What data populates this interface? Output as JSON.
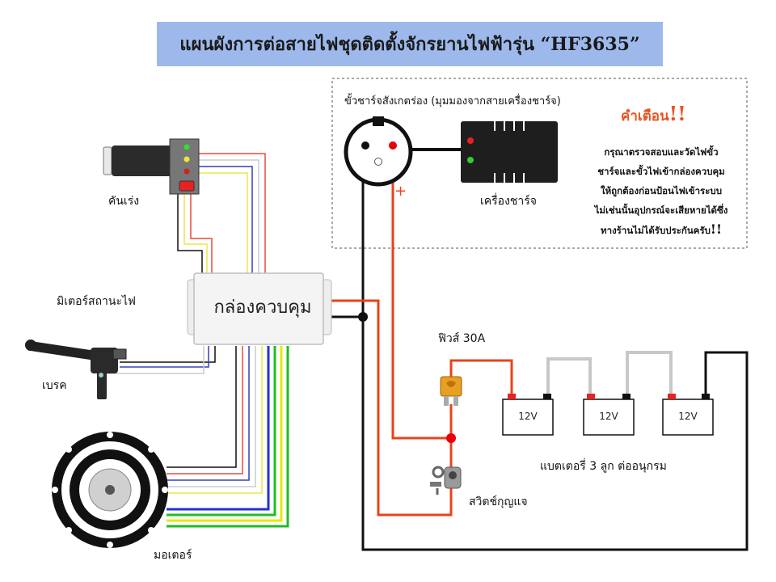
{
  "title": "แผนผังการต่อสายไฟชุดติดตั้งจักรยานไฟฟ้ารุ่น “HF3635”",
  "labels": {
    "throttle": "คันเร่ง",
    "light_meter": "มิเตอร์สถานะไฟ",
    "brake": "เบรค",
    "motor": "มอเตอร์",
    "controller": "กล่องควบคุม",
    "charge_port": "ขั้วชาร์จสังเกตร่อง (มุมมองจากสายเครื่องชาร์จ)",
    "charger": "เครื่องชาร์จ",
    "plus_sign": "+",
    "fuse": "ฟิวส์ 30A",
    "battery_group": "แบตเตอรี่ 3 ลูก ต่ออนุกรม",
    "key_switch": "สวิตช์กุญแจ"
  },
  "warning": {
    "title": "คำเตือน",
    "bang": "!!",
    "lines": [
      "กรุณาตรวจสอบและวัดไฟขั้ว",
      "ชาร์จและขั้วไฟเข้ากล่องควบคุม",
      "ให้ถูกต้องก่อนป้อนไฟเข้าระบบ",
      "ไม่เช่นนั้นอุปกรณ์จะเสียหายได้ซึ่ง",
      "ทางร้านไม่ได้รับประกันครับ"
    ],
    "end_bang": "!!"
  },
  "batteries": [
    {
      "voltage": "12V"
    },
    {
      "voltage": "12V"
    },
    {
      "voltage": "12V"
    }
  ],
  "colors": {
    "title_bg": "#9db9ec",
    "wire_red": "#e8431a",
    "wire_black": "#111111",
    "wire_gray": "#c8c8c8",
    "warning_red": "#e8541f"
  }
}
